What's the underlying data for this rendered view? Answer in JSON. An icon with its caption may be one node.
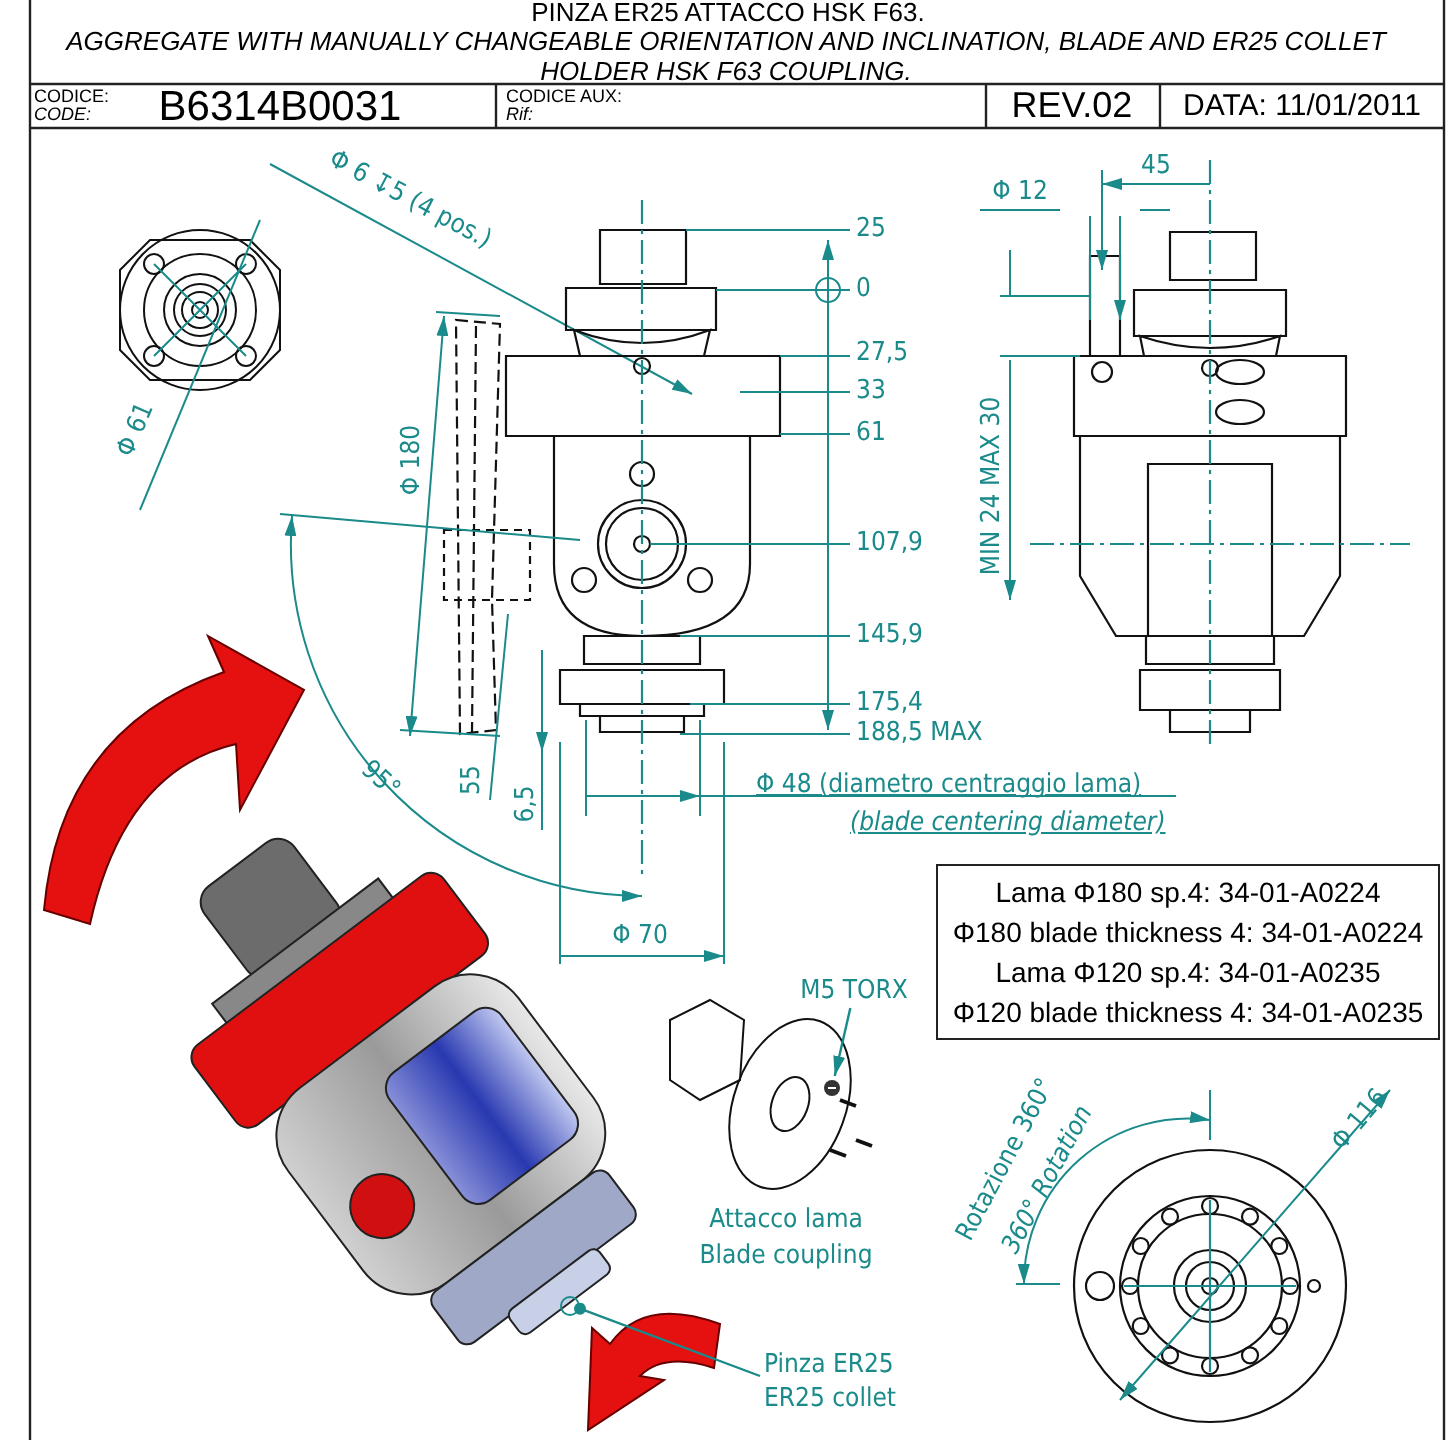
{
  "diagram": {
    "title": "PINZA ER25 ATTACCO HSK F63.",
    "nodes": [
      {
        "text": [
          "Lama Φ180 sp.4: 34-01-A0224",
          "Φ180 blade thickness 4: 34-01-A0224",
          "Lama Φ120 sp.4: 34-01-A0235",
          "Φ120 blade thickness 4: 34-01-A0235"
        ]
      },
      {
        "text": [
          "M5 TORX"
        ]
      },
      {
        "text": [],
        "shape": "picture"
      },
      {
        "text": [
          "Pinza ER25",
          "ER25 collet"
        ]
      },
      {
        "text": [],
        "shape": "circle"
      }
    ],
    "edges": [
      {
        "from": 1,
        "to": 2,
        "arrow": "to"
      },
      {
        "from": 3,
        "to": 4,
        "arrow": "other"
      }
    ],
    "labels": [
      "AGGREGATE WITH MANUALLY CHANGEABLE ORIENTATION AND INCLINATION, BLADE AND ER25 COLLET HOLDER HSK F63 COUPLING.",
      "CODICE:",
      "CODE:",
      "B6314B0031",
      "CODICE AUX:",
      "Rif:",
      "REV.02",
      "DATA: 11/01/2011",
      "Φ 6 ↧5 (4 pos.)",
      "Φ 61",
      "Φ 180",
      "95°",
      "55",
      "6,5",
      "25",
      "0",
      "27,5",
      "33",
      "61",
      "107,9",
      "145,9",
      "175,4",
      "188,5  MAX",
      "Φ 48 (diametro centraggio lama)",
      "(blade centering diameter)",
      "Φ 70",
      "Φ 12",
      "45",
      "MIN 24 MAX 30",
      "Rotazione 360°",
      "360° Rotation",
      "Φ 116",
      "Attacco lama",
      "Blade coupling"
    ]
  }
}
